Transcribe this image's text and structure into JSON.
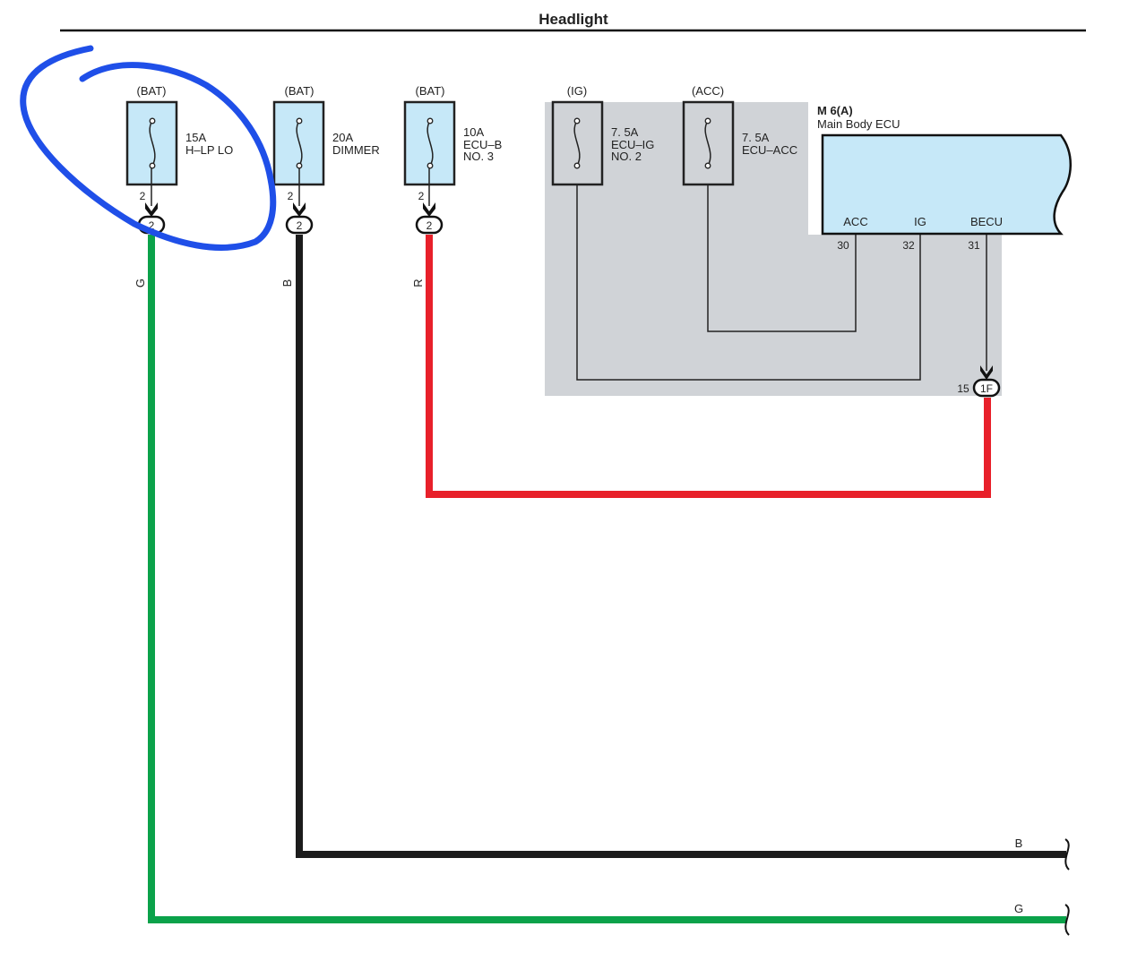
{
  "title": "Headlight",
  "colors": {
    "background": "#ffffff",
    "wire_green": "#0ba24a",
    "wire_black": "#1c1c1c",
    "wire_red": "#e8202a",
    "fuse_fill": "#c6e8f8",
    "ecu_fill": "#c6e8f8",
    "shaded_area": "#d0d3d7",
    "annotation_circle": "#1f4fe8"
  },
  "fuses": [
    {
      "source": "(BAT)",
      "rating": "15A",
      "name_lines": [
        "H–LP LO"
      ],
      "pin": "2",
      "connector": "2"
    },
    {
      "source": "(BAT)",
      "rating": "20A",
      "name_lines": [
        "DIMMER"
      ],
      "pin": "2",
      "connector": "2"
    },
    {
      "source": "(BAT)",
      "rating": "10A",
      "name_lines": [
        "ECU–B",
        "NO. 3"
      ],
      "pin": "2",
      "connector": "2"
    },
    {
      "source": "(IG)",
      "rating": "7. 5A",
      "name_lines": [
        "ECU–IG",
        "NO. 2"
      ]
    },
    {
      "source": "(ACC)",
      "rating": "7. 5A",
      "name_lines": [
        "ECU–ACC"
      ]
    }
  ],
  "ecu": {
    "code": "M 6(A)",
    "name": "Main Body ECU",
    "terminals": [
      {
        "label": "ACC",
        "pin": "30"
      },
      {
        "label": "IG",
        "pin": "32"
      },
      {
        "label": "BECU",
        "pin": "31"
      }
    ],
    "connector": {
      "pin": "15",
      "label": "1F"
    }
  },
  "wires": [
    {
      "code": "G",
      "end_label": "G"
    },
    {
      "code": "B",
      "end_label": "B"
    },
    {
      "code": "R"
    }
  ],
  "annotation": {
    "description": "blue-handdrawn-circle",
    "target": "fuse-h-lp-lo"
  }
}
